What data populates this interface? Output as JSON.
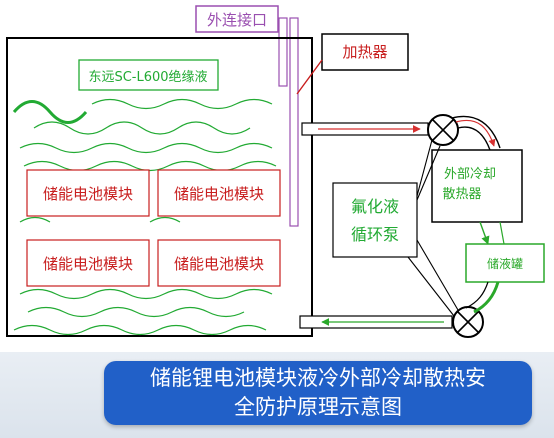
{
  "labels": {
    "external_port": "外连接口",
    "heater": "加热器",
    "coolant": "东远SC-L600绝缘液",
    "modules": [
      "储能电池模块",
      "储能电池模块",
      "储能电池模块",
      "储能电池模块"
    ],
    "pump_line1": "氟化液",
    "pump_line2": "循环泵",
    "cooler_line1": "外部冷却",
    "cooler_line2": "散热器",
    "tank": "储液罐"
  },
  "caption": {
    "line1": "储能锂电池模块液冷外部冷却散热安",
    "line2": "全防护原理示意图"
  },
  "colors": {
    "module_border": "#c81e1e",
    "module_text": "#c81e1e",
    "coolant_green": "#22aa33",
    "tank_green": "#2aa82a",
    "heater_red": "#c81e1e",
    "port_purple": "#9a4fb0",
    "pipe_red": "#d63030",
    "caption_bg": "#2160c8"
  }
}
